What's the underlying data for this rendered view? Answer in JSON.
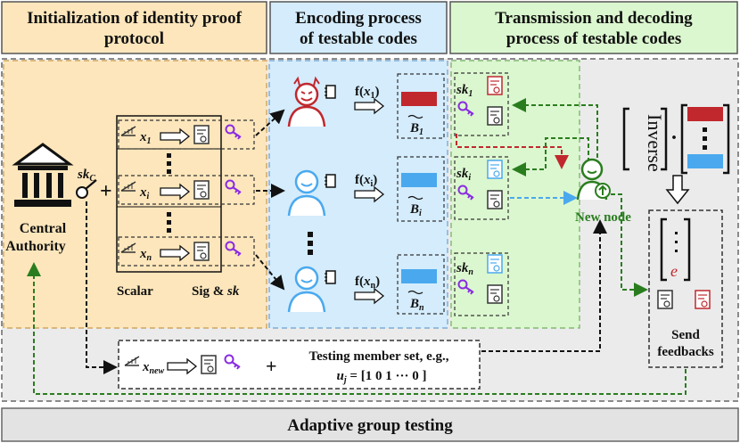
{
  "headers": {
    "init": "Initialization of identity proof protocol",
    "encoding": "Encoding process of testable codes",
    "transmission": "Transmission and decoding process of testable codes"
  },
  "authority": {
    "line1": "Central",
    "line2": "Authority",
    "key_label": "skC"
  },
  "scalar_table": {
    "rows": [
      "x1",
      "xi",
      "xn"
    ],
    "footer_left": "Scalar",
    "footer_right": "Sig & sk"
  },
  "functions": [
    "f(x1)",
    "f(xi)",
    "f(xn)"
  ],
  "codes": [
    "B1",
    "Bi",
    "Bn"
  ],
  "keys": [
    "sk1",
    "ski",
    "skn"
  ],
  "new_node": "New node",
  "inverse": "Inverse",
  "vector_symbol": "e",
  "send_feedbacks": "Send feedbacks",
  "new_row": {
    "x": "xnew",
    "testing_line1": "Testing member set, e.g.,",
    "testing_line2": "uj = [1 0 1 ··· 0 ]"
  },
  "footer": "Adaptive group testing",
  "colors": {
    "orange_bg": "#fde6bb",
    "blue_bg": "#d4ecfc",
    "green_bg": "#dbf7cf",
    "gray_bg": "#ebebeb",
    "red": "#c0282e",
    "blue": "#4aa9ee",
    "green_arrow": "#2a7d1f",
    "purple": "#8a2be2"
  }
}
